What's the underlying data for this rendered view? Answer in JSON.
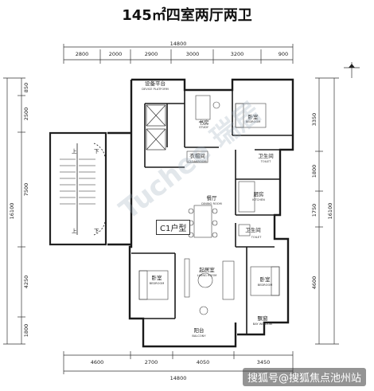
{
  "title": "145㎡四室两厅两卫",
  "unit_type": "C1户型",
  "watermark": "Tuchee 瑞居",
  "footer": "搜狐号@搜狐焦点池州站",
  "dims_top": [
    "2800",
    "2000",
    "2900",
    "3000",
    "3200",
    "900"
  ],
  "dims_top_total": "14800",
  "dims_bottom": [
    "4600",
    "2700",
    "4050",
    "3450"
  ],
  "dims_bottom_total": "14800",
  "dims_left": [
    "850",
    "2500",
    "7500",
    "4250",
    "1800"
  ],
  "dims_left_total": "16100",
  "dims_right": [
    "3350",
    "1800",
    "1750",
    "4600"
  ],
  "dims_right_total": "16100",
  "rooms": {
    "device": {
      "cn": "设备平台",
      "en": "DEVICE PLATFORM"
    },
    "study": {
      "cn": "书房",
      "en": "STUDY"
    },
    "bed1": {
      "cn": "卧室",
      "en": "BEDROOM"
    },
    "cloak": {
      "cn": "衣帽间",
      "en": "CLOAKROOM"
    },
    "toilet1": {
      "cn": "卫生间",
      "en": "TOILET"
    },
    "kitchen": {
      "cn": "厨房",
      "en": "KITCHEN"
    },
    "dining": {
      "cn": "餐厅",
      "en": "DINING ROOM"
    },
    "toilet2": {
      "cn": "卫生间",
      "en": "TOILET"
    },
    "living": {
      "cn": "起居室",
      "en": "LIVING ROOM"
    },
    "bed2": {
      "cn": "卧室",
      "en": "BEDROOM"
    },
    "bed3": {
      "cn": "卧室",
      "en": "BEDROOM"
    },
    "bay": {
      "cn": "飘窗",
      "en": "BAY WINDOW"
    },
    "balcony": {
      "cn": "阳台",
      "en": "BALCONY"
    }
  },
  "stairs": {
    "up": "上",
    "down": "下"
  }
}
